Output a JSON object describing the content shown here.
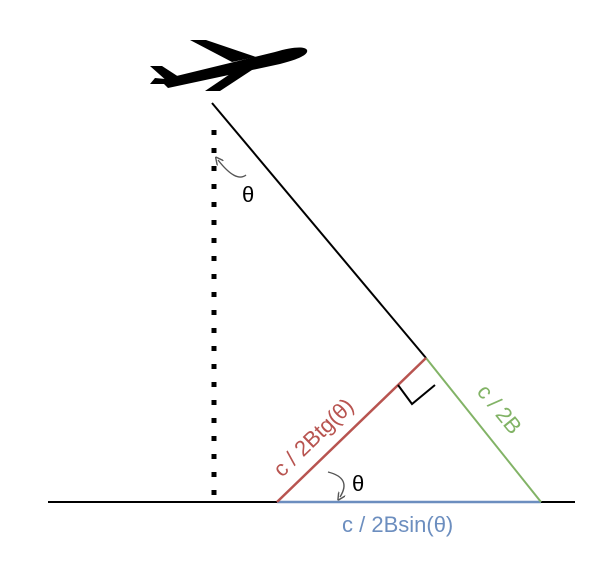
{
  "labels": {
    "theta_top": "θ",
    "theta_bottom": "θ",
    "range_resolution": "c / 2B",
    "slant_segment": "c / 2Btg(θ)",
    "ground_resolution": "c / 2Bsin(θ)"
  },
  "colors": {
    "ink": "#000000",
    "red": "#b85450",
    "green": "#82b366",
    "blue": "#6c8ebf",
    "arc": "#555555"
  },
  "icons": {
    "aircraft": "airplane-icon"
  }
}
